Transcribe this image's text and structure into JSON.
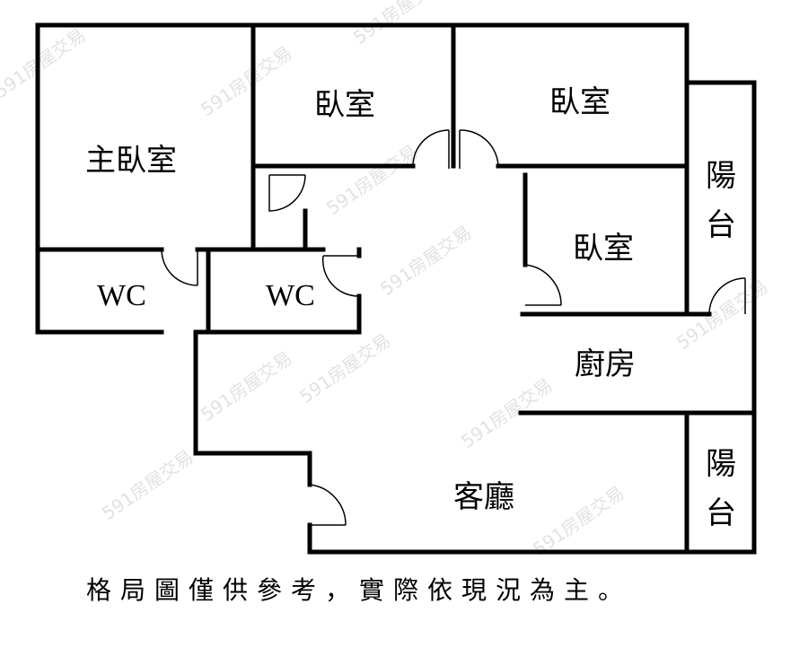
{
  "rooms": {
    "master_bedroom": "主臥室",
    "bedroom_1": "臥室",
    "bedroom_2": "臥室",
    "bedroom_3": "臥室",
    "wc_1": "WC",
    "wc_2": "WC",
    "balcony_1": [
      "陽",
      "台"
    ],
    "balcony_2": [
      "陽",
      "台"
    ],
    "kitchen": "廚房",
    "living_room": "客廳"
  },
  "note": "格局圖僅供參考，實際依現況為主。",
  "watermark": "591房屋交易"
}
